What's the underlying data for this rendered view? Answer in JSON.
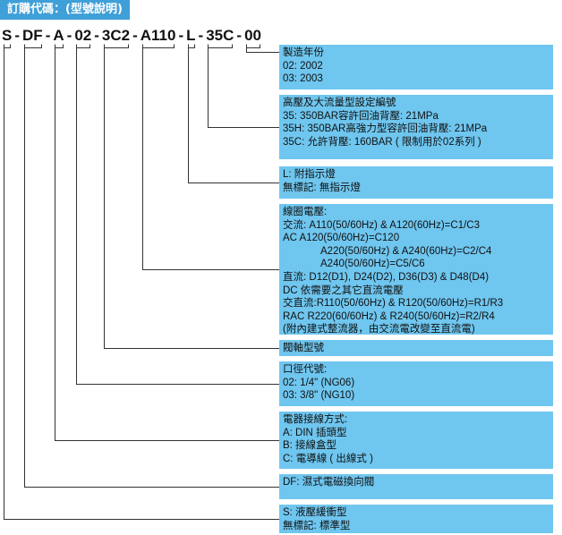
{
  "title": "訂購代碼：(型號說明)",
  "code": [
    "S",
    "DF",
    "A",
    "02",
    "3C2",
    "A110",
    "L",
    "35C",
    "00"
  ],
  "separator": "-",
  "boxes": [
    {
      "id": "design-year",
      "lines": [
        "製造年份",
        "02: 2002",
        "03: 2003"
      ]
    },
    {
      "id": "pressure-flow",
      "lines": [
        "高壓及大流量型設定編號",
        "35: 350BAR容許回油背壓: 21MPa",
        "35H: 350BAR高強力型容許回油背壓: 21MPa",
        "35C: 允許背壓: 160BAR ( 限制用於02系列 )"
      ]
    },
    {
      "id": "indicator-light",
      "lines": [
        "L: 附指示燈",
        "無標記: 無指示燈"
      ]
    },
    {
      "id": "coil-voltage",
      "lines": [
        "線圈電壓:",
        "交流: A110(50/60Hz) & A120(60Hz)=C1/C3",
        " AC   A120(50/60Hz)=C120",
        "A220(50/60Hz) & A240(60Hz)=C2/C4",
        "A240(50/60Hz)=C5/C6",
        "直流: D12(D1), D24(D2), D36(D3) & D48(D4)",
        " DC   依需要之其它直流電壓",
        "交直流:R110(50/60Hz) & R120(50/60Hz)=R1/R3",
        " RAC   R220(60/60Hz) & R240(50/60Hz)=R2/R4",
        "(附內建式整流器，由交流電改變至直流電)"
      ]
    },
    {
      "id": "spool-type",
      "lines": [
        "閥軸型號"
      ]
    },
    {
      "id": "valve-size",
      "lines": [
        "口徑代號:",
        "02: 1/4\" (NG06)",
        "03: 3/8\" (NG10)"
      ]
    },
    {
      "id": "electrical-connection",
      "lines": [
        "電器接線方式:",
        "A: DIN 插頭型",
        "B: 接線盒型",
        "C: 電導線 ( 出線式 )"
      ]
    },
    {
      "id": "valve-type",
      "lines": [
        "DF: 濕式電磁換向閥"
      ]
    },
    {
      "id": "shock-type",
      "lines": [
        "S: 液壓緩衝型",
        "無標記: 標準型"
      ]
    }
  ]
}
